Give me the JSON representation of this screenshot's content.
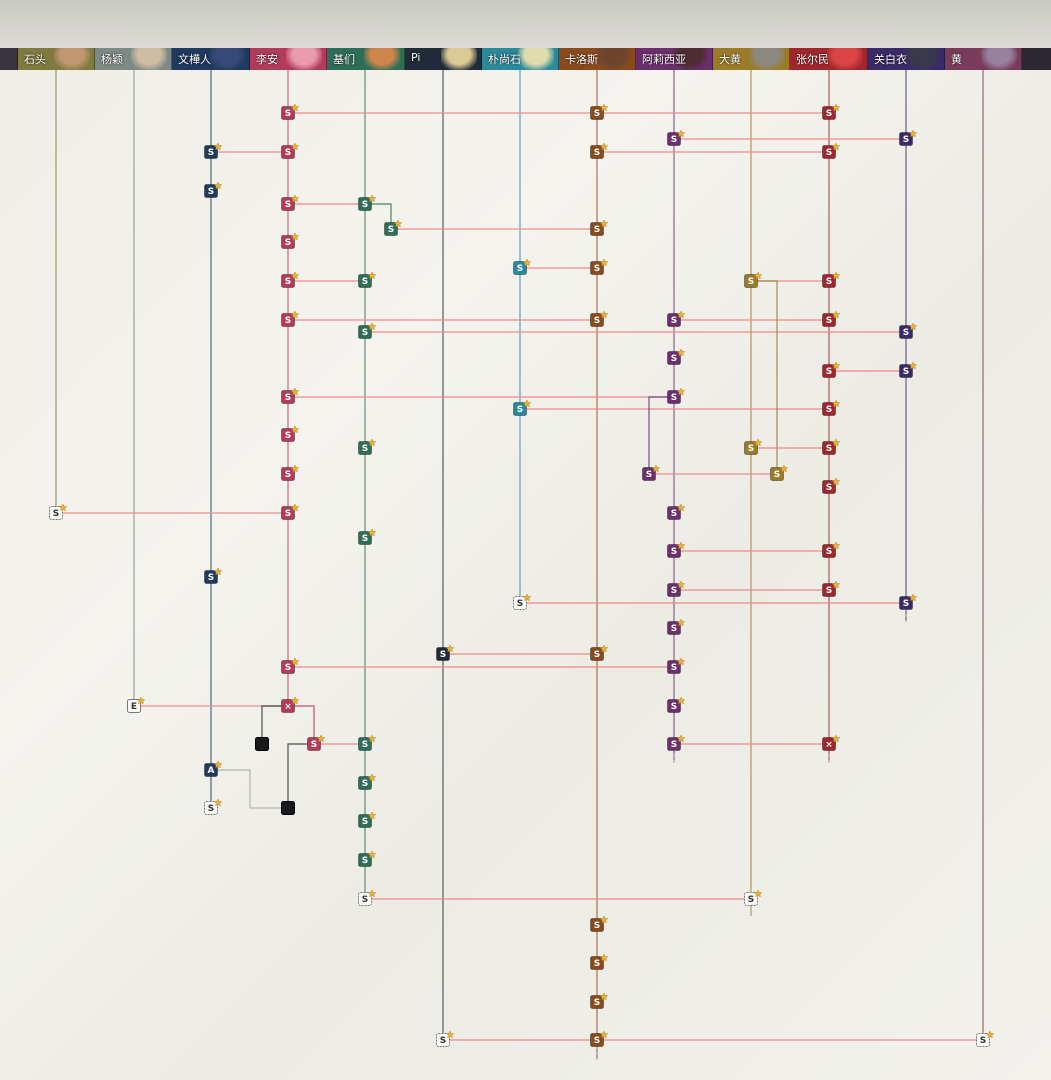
{
  "header": {
    "characters": [
      {
        "name": "石头",
        "color": "#7f7a3e",
        "portrait": "#c89a78"
      },
      {
        "name": "杨颖",
        "color": "#7d8a84",
        "portrait": "#d9c2a8"
      },
      {
        "name": "文樺人",
        "color": "#1f3a5f",
        "portrait": "#3a4c7a"
      },
      {
        "name": "李安",
        "color": "#b23b5c",
        "portrait": "#f1a4b8"
      },
      {
        "name": "基们",
        "color": "#2e6e57",
        "portrait": "#e0884a"
      },
      {
        "name": "Pi",
        "color": "#202a38",
        "portrait": "#f0dca0"
      },
      {
        "name": "朴尚石",
        "color": "#2a8a9a",
        "portrait": "#f3e6b0"
      },
      {
        "name": "卡洛斯",
        "color": "#8a4a1c",
        "portrait": "#6a4430"
      },
      {
        "name": "阿莉西亚",
        "color": "#6b2f6e",
        "portrait": "#4a2c2c"
      },
      {
        "name": "大黄",
        "color": "#9a7c28",
        "portrait": "#8a8a8a"
      },
      {
        "name": "张尔民",
        "color": "#a1262c",
        "portrait": "#e04848"
      },
      {
        "name": "关白衣",
        "color": "#3a2a6a",
        "portrait": "#3a3a4a"
      },
      {
        "name": "黄",
        "color": "#7a3a5a",
        "portrait": "#9a88a8"
      }
    ]
  },
  "colors": {
    "link": "#ef8a8a",
    "branch": "#a9a9a6",
    "badge": "#e8b23a"
  },
  "node_glyphs": {
    "scene": "S",
    "end": "E",
    "alt": "A",
    "fail": "×",
    "lock": ""
  }
}
